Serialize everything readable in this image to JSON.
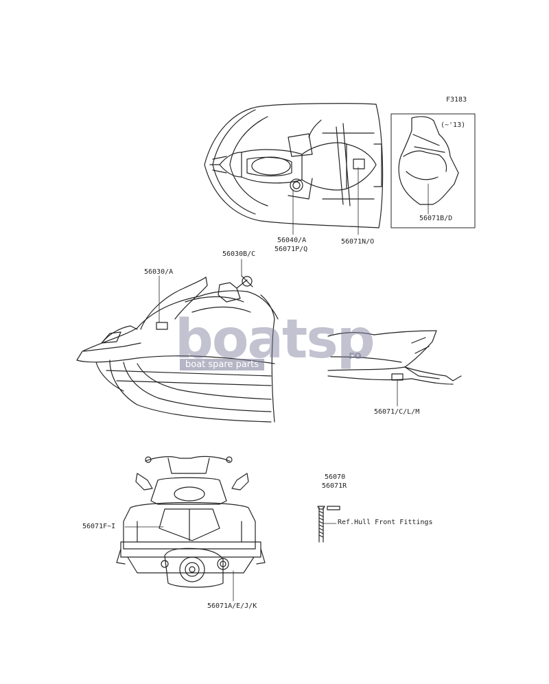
{
  "figure_code": "F3183",
  "inset_note": "(~'13)",
  "labels": {
    "inset_part": "56071B/D",
    "top_left_callout_line1": "56040/A",
    "top_left_callout_line2": "56071P/Q",
    "top_right_callout": "56071N/O",
    "side_left": "56030/A",
    "side_handle": "56030B/C",
    "side_rear": "56071/C/L/M",
    "rear_left": "56071F~I",
    "rear_bottom": "56071A/E/J/K",
    "fitting_line1": "56070",
    "fitting_line2": "56071R",
    "fitting_ref": "Ref.Hull Front Fittings"
  },
  "watermark": {
    "main": "boatsp",
    "tag": "boat spare parts",
    "suffix": "ro"
  },
  "colors": {
    "line": "#222222",
    "watermark": "#7878a0"
  }
}
